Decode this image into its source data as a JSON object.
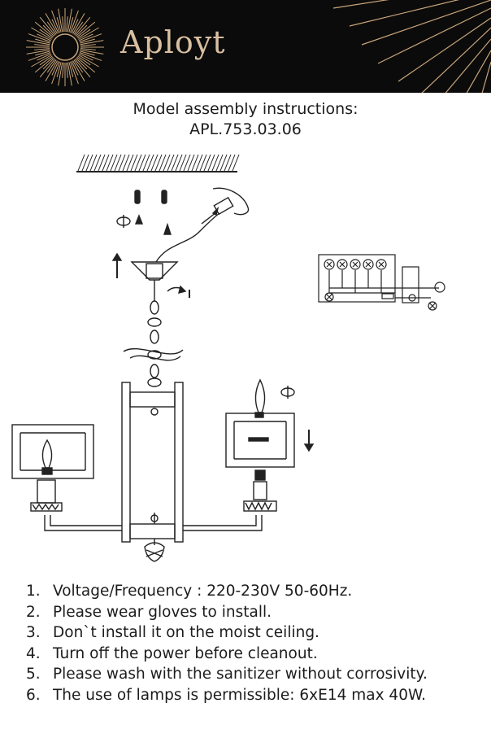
{
  "header": {
    "brand": "Aployt",
    "colors": {
      "background": "#0b0b0b",
      "accent": "#d8bfa0"
    }
  },
  "document": {
    "title_line1": "Model assembly instructions:",
    "title_line2": "APL.753.03.06"
  },
  "instructions": [
    {
      "num": "1.",
      "text": "Voltage/Frequency : 220-230V 50-60Hz."
    },
    {
      "num": "2.",
      "text": "Please wear gloves to install."
    },
    {
      "num": "3.",
      "text": "Don`t install it on the moist ceiling."
    },
    {
      "num": "4.",
      "text": "Turn off the power before cleanout."
    },
    {
      "num": "5.",
      "text": "Please wash with the sanitizer without corrosivity."
    },
    {
      "num": "6.",
      "text": "The use of lamps is permissible: 6xE14 max 40W."
    }
  ],
  "icons": {
    "logo": "sunburst-logo-icon",
    "diagram": "chandelier-assembly-diagram",
    "wiring": "wiring-diagram-icon"
  }
}
